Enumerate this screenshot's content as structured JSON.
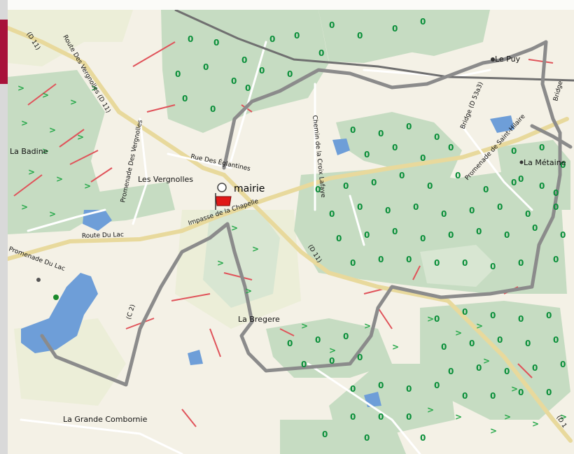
{
  "map": {
    "places": {
      "le_puy": "Le Puy",
      "la_badine": "La Badine",
      "les_vergnolles": "Les Vergnolles",
      "la_metaine": "La Métaine",
      "la_bregere": "La Bregere",
      "la_grande_combornie": "La Grande Combornie"
    },
    "poi": {
      "mairie": "mairie"
    },
    "roads": {
      "d11_nw": "(D 11)",
      "route_des_vergnolles": "Route Des Vergnolles (D 11)",
      "promenade_des_vergnolles": "Promenade Des Vergnolles",
      "rue_des_eglantines": "Rue Des Églantines",
      "impasse_chapelle": "Impasse de la Chapelle",
      "chemin_croix_lafaye": "Chemin de la Croix Lafaye",
      "bridge_d53a3": "Bridge (D 53a3)",
      "bridge_ne": "Bridge",
      "promenade_saint_hilaire": "Promenade de Saint-Hilaire",
      "route_du_lac": "Route Du Lac",
      "promenade_du_lac": "Promenade Du Lac",
      "c2": "(C 2)",
      "d11_mid": "(D 11)",
      "d11_se": "(D 1"
    },
    "colors": {
      "background": "#f4f1e6",
      "forest": "#c7dcc3",
      "forest_dark": "#b6d1b4",
      "field": "#e8ecd8",
      "water": "#6d9fd8",
      "major_road": "#ecdfa6",
      "track": "#8c8c8c",
      "railway": "#6e6e6e",
      "boundary": "#e0535a",
      "tree_symbol": "#0b8f3a",
      "marker_red": "#e01818"
    }
  }
}
